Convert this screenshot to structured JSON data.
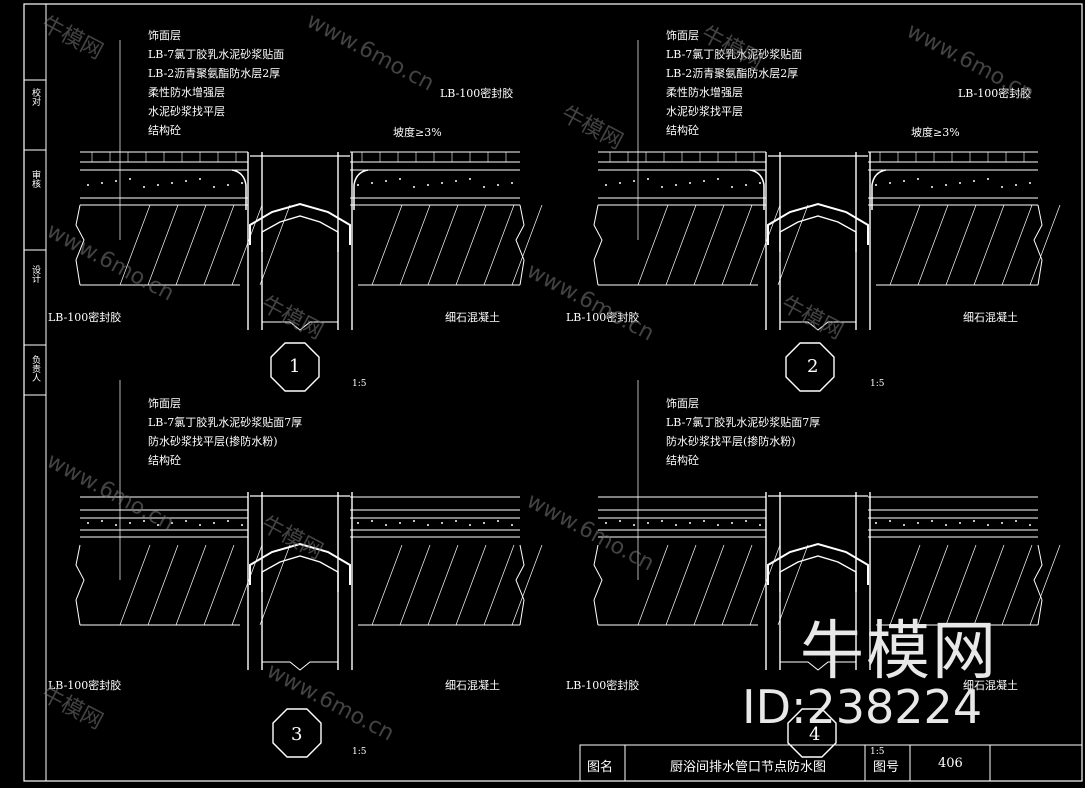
{
  "details": [
    {
      "number": "1",
      "scale": "1:5",
      "layers": [
        "饰面层",
        "LB-7氯丁胶乳水泥砂浆贴面",
        "LB-2沥青聚氨酯防水层2厚",
        "柔性防水增强层",
        "水泥砂浆找平层",
        "结构砼"
      ],
      "sealant_top": "LB-100密封胶",
      "slope": "坡度≥3%",
      "sealant_bottom": "LB-100密封胶",
      "concrete": "细石混凝土"
    },
    {
      "number": "2",
      "scale": "1:5",
      "layers": [
        "饰面层",
        "LB-7氯丁胶乳水泥砂浆贴面",
        "LB-2沥青聚氨酯防水层2厚",
        "柔性防水增强层",
        "水泥砂浆找平层",
        "结构砼"
      ],
      "sealant_top": "LB-100密封胶",
      "slope": "坡度≥3%",
      "sealant_bottom": "LB-100密封胶",
      "concrete": "细石混凝土"
    },
    {
      "number": "3",
      "scale": "1:5",
      "layers": [
        "饰面层",
        "LB-7氯丁胶乳水泥砂浆贴面7厚",
        "防水砂浆找平层(掺防水粉)",
        "结构砼"
      ],
      "sealant_bottom": "LB-100密封胶",
      "concrete": "细石混凝土"
    },
    {
      "number": "4",
      "scale": "1:5",
      "layers": [
        "饰面层",
        "LB-7氯丁胶乳水泥砂浆贴面7厚",
        "防水砂浆找平层(掺防水粉)",
        "结构砼"
      ],
      "sealant_bottom": "LB-100密封胶",
      "concrete": "细石混凝土"
    }
  ],
  "title_block": {
    "name_label": "图名",
    "name": "厨浴间排水管口节点防水图",
    "number_label": "图号",
    "number": "406"
  },
  "side_strip": [
    "校对",
    "审核",
    "设计",
    "负责人"
  ],
  "watermark": {
    "brand": "牛模网",
    "site": "www.6mo.cn",
    "id": "ID:238224"
  }
}
